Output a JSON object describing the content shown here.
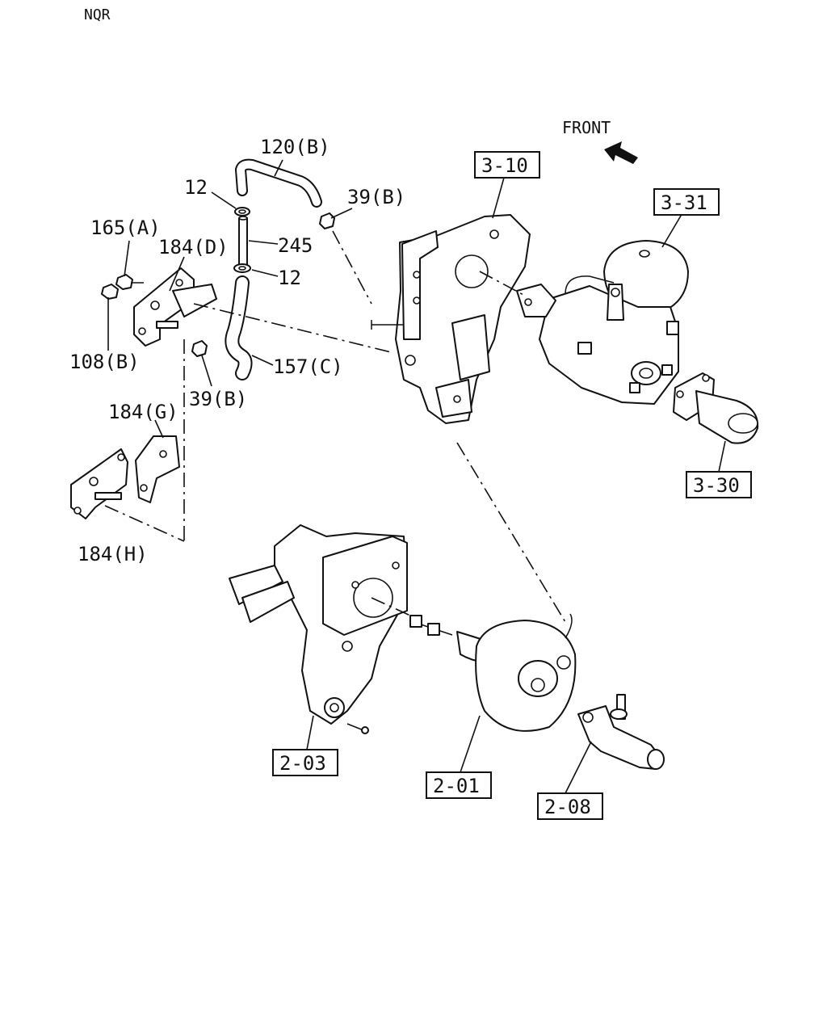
{
  "diagram": {
    "model": "NQR",
    "front_label": "FRONT",
    "part_labels": {
      "p120b": "120(B)",
      "p12_top": "12",
      "p39b_top": "39(B)",
      "p165a": "165(A)",
      "p184d": "184(D)",
      "p245": "245",
      "p12_mid": "12",
      "p108b": "108(B)",
      "p157c": "157(C)",
      "p39b_low": "39(B)",
      "p184g": "184(G)",
      "p184h": "184(H)"
    },
    "ref_boxes": {
      "r310": "3-10",
      "r331": "3-31",
      "r330": "3-30",
      "r203": "2-03",
      "r201": "2-01",
      "r208": "2-08"
    }
  }
}
